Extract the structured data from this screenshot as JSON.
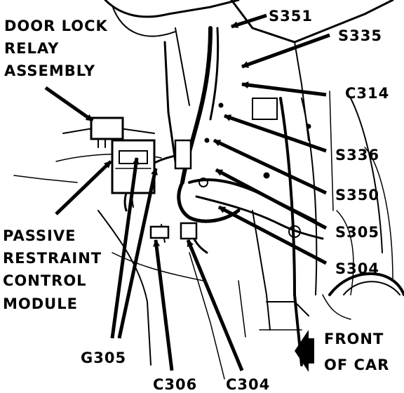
{
  "labels": {
    "door_lock_relay": [
      "DOOR LOCK",
      "RELAY",
      "ASSEMBLY"
    ],
    "passive_restraint": [
      "PASSIVE",
      "RESTRAINT",
      "CONTROL",
      "MODULE"
    ],
    "front_of_car": [
      "FRONT",
      "OF CAR"
    ],
    "s351": "S351",
    "s335": "S335",
    "c314": "C314",
    "s336": "S336",
    "s350": "S350",
    "s305": "S305",
    "s304": "S304",
    "g305": "G305",
    "c306": "C306",
    "c304": "C304"
  }
}
